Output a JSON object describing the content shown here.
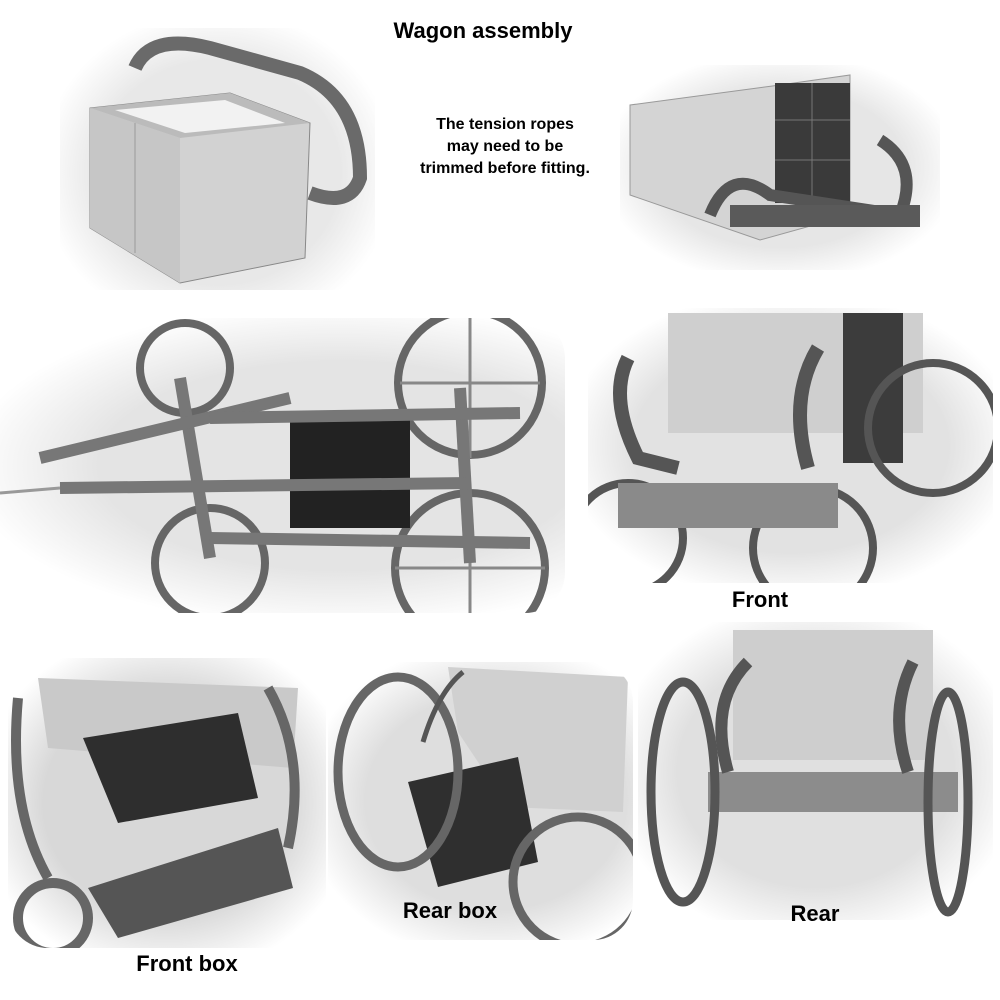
{
  "title": "Wagon assembly",
  "note": {
    "lines": [
      "The tension ropes",
      "may need to be",
      "trimmed before fitting."
    ]
  },
  "photos": [
    {
      "name": "box-with-rail-photo",
      "caption": ""
    },
    {
      "name": "box-with-drawers-photo",
      "caption": ""
    },
    {
      "name": "wagon-top-view-photo",
      "caption": ""
    },
    {
      "name": "front-view-photo",
      "caption": "Front"
    },
    {
      "name": "front-box-photo",
      "caption": "Front box"
    },
    {
      "name": "rear-box-photo",
      "caption": "Rear box"
    },
    {
      "name": "rear-view-photo",
      "caption": "Rear"
    }
  ]
}
